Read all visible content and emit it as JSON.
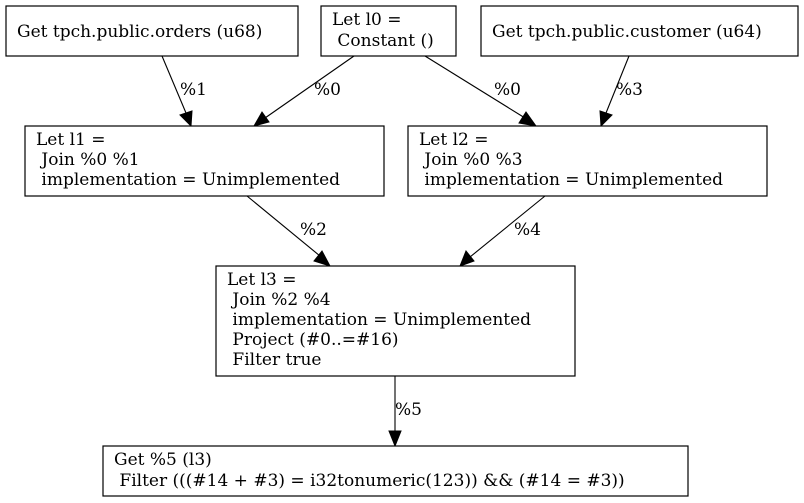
{
  "nodes": {
    "get_orders": {
      "lines": [
        "Get tpch.public.orders (u68)"
      ]
    },
    "let_l0": {
      "lines": [
        "Let l0 =",
        " Constant ()"
      ]
    },
    "get_customer": {
      "lines": [
        "Get tpch.public.customer (u64)"
      ]
    },
    "let_l1": {
      "lines": [
        "Let l1 =",
        " Join %0 %1",
        " implementation = Unimplemented"
      ]
    },
    "let_l2": {
      "lines": [
        "Let l2 =",
        " Join %0 %3",
        " implementation = Unimplemented"
      ]
    },
    "let_l3": {
      "lines": [
        "Let l3 =",
        " Join %2 %4",
        " implementation = Unimplemented",
        " Project (#0..=#16)",
        " Filter true"
      ]
    },
    "get_l3": {
      "lines": [
        "Get %5 (l3)",
        " Filter (((#14 + #3) = i32tonumeric(123)) && (#14 = #3))"
      ]
    }
  },
  "edges": [
    {
      "from": "get_orders",
      "to": "let_l1",
      "label": "%1"
    },
    {
      "from": "let_l0",
      "to": "let_l1",
      "label": "%0"
    },
    {
      "from": "let_l0",
      "to": "let_l2",
      "label": "%0"
    },
    {
      "from": "get_customer",
      "to": "let_l2",
      "label": "%3"
    },
    {
      "from": "let_l1",
      "to": "let_l3",
      "label": "%2"
    },
    {
      "from": "let_l2",
      "to": "let_l3",
      "label": "%4"
    },
    {
      "from": "let_l3",
      "to": "get_l3",
      "label": "%5"
    }
  ]
}
